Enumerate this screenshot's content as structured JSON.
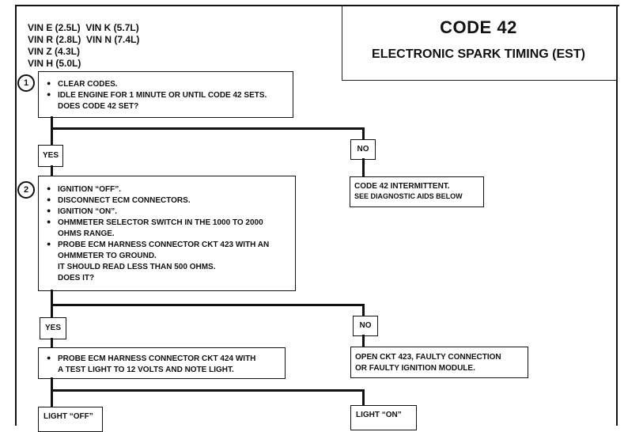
{
  "vin_lines": [
    "VIN E (2.5L)  VIN K (5.7L)",
    "VIN R (2.8L)  VIN N (7.4L)",
    "VIN Z (4.3L)",
    "VIN H (5.0L)"
  ],
  "header": {
    "code": "CODE 42",
    "subtitle": "ELECTRONIC SPARK TIMING (EST)"
  },
  "step1": {
    "number": "1",
    "lines": [
      "CLEAR CODES.",
      "IDLE ENGINE FOR 1 MINUTE OR UNTIL CODE 42 SETS.",
      "DOES CODE 42 SET?"
    ]
  },
  "branch1": {
    "yes": "YES",
    "no": "NO",
    "no_result": [
      "CODE 42 INTERMITTENT.",
      "SEE DIAGNOSTIC AIDS BELOW"
    ]
  },
  "step2": {
    "number": "2",
    "lines": [
      "IGNITION “OFF”.",
      "DISCONNECT ECM CONNECTORS.",
      "IGNITION “ON”.",
      "OHMMETER SELECTOR SWITCH IN THE 1000 TO 2000",
      "OHMS RANGE.",
      "PROBE ECM HARNESS CONNECTOR CKT 423  WITH AN",
      "OHMMETER TO GROUND.",
      "IT SHOULD READ LESS THAN 500 OHMS.",
      "DOES IT?"
    ]
  },
  "branch2": {
    "yes": "YES",
    "no": "NO",
    "yes_result": [
      "PROBE ECM HARNESS CONNECTOR CKT 424 WITH",
      "A TEST LIGHT TO 12  VOLTS AND NOTE LIGHT."
    ],
    "no_result": [
      "OPEN CKT 423, FAULTY CONNECTION",
      "OR FAULTY IGNITION MODULE."
    ]
  },
  "branch3": {
    "left": "LIGHT “OFF”",
    "right": "LIGHT “ON”"
  }
}
